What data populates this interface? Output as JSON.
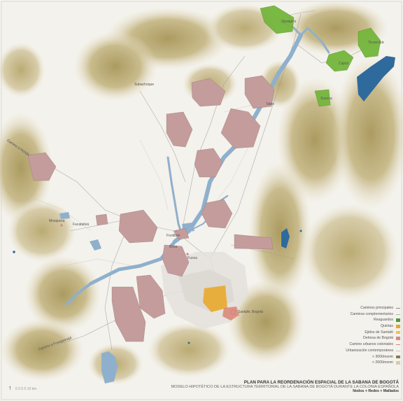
{
  "colors": {
    "background": "#f4f2ec",
    "relief": "#c4b68a",
    "relief_dark": "#a7974f",
    "water": "#8fb0cc",
    "lake": "#2f6a9c",
    "resguardos": "#74b63c",
    "quintas": "#e8a82c",
    "fundos": "#c49c9c",
    "roads": "#8c8c8c"
  },
  "place_labels": [
    "Subachoque",
    "Zipaquirá",
    "Facatativá",
    "Mosquera",
    "Funza",
    "Tabio",
    "Cajicá",
    "Tocancipá",
    "Suesca",
    "Santafé, Bogotá",
    "Fontibón",
    "Bosa",
    "Camino a Honda",
    "Camino a Fusagasugá"
  ],
  "legend": {
    "items": [
      {
        "label": "Caminos principales",
        "symbol": "line",
        "color": "#8c8c8c"
      },
      {
        "label": "Caminos complementarios",
        "symbol": "line",
        "color": "#b5b5b5"
      },
      {
        "label": "Resguardos",
        "symbol": "box",
        "color": "#4e9a3a"
      },
      {
        "label": "Quintas",
        "symbol": "box",
        "color": "#e8a82c"
      },
      {
        "label": "Ejidos de Santafé",
        "symbol": "box",
        "color": "#f0c060"
      },
      {
        "label": "Dehesa de Bogotá",
        "symbol": "box",
        "color": "#d98a7a"
      },
      {
        "label": "Camino urbanos coloniales",
        "symbol": "line",
        "color": "#cc8888"
      },
      {
        "label": "Urbanización contemporánea",
        "symbol": "line",
        "color": "#c9c9c9"
      },
      {
        "label": "> 3000msnm",
        "symbol": "box",
        "color": "#8c7a52"
      },
      {
        "label": "> 2600msnm",
        "symbol": "box",
        "color": "#d6ccb0"
      }
    ]
  },
  "title": {
    "main": "PLAN PARA LA REORDENACIÓN ESPACIAL DE LA SABANA DE BOGOTÁ",
    "subtitle": "MODELO HIPOTÉTICO DE LA ESTRUCTURA TERRITORIAL DE LA SABANA DE BOGOTÁ DURANTE LA COLONIA ESPAÑOLA",
    "detail": "Nodos + Redes + Mallados"
  },
  "scale_label": "0  2.5  5  10 km",
  "north_symbol": "↑"
}
